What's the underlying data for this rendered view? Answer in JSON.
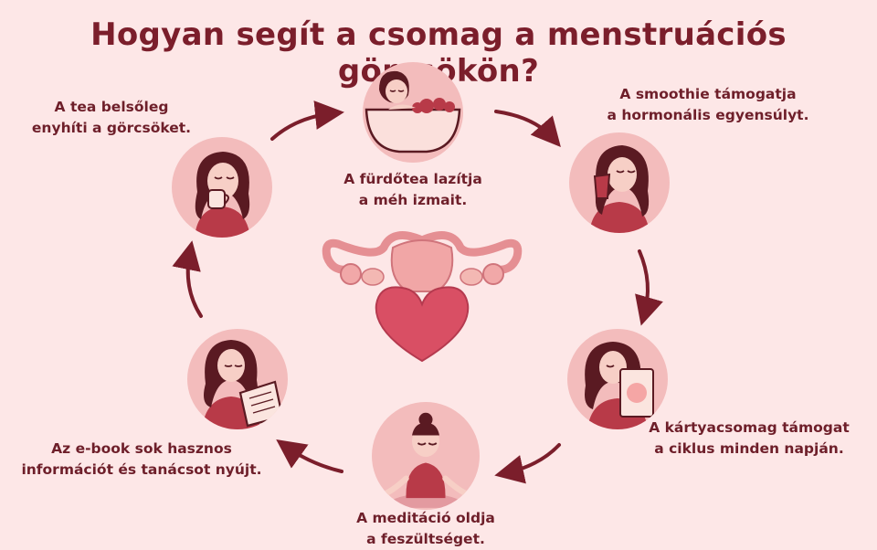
{
  "title": "Hogyan segít a csomag a menstruációs görcsökön?",
  "steps": {
    "tea": {
      "line1": "A tea belsőleg",
      "line2": "enyhíti a görcsöket."
    },
    "bath": {
      "line1": "A fürdőtea lazítja",
      "line2": "a méh izmait."
    },
    "smoothie": {
      "line1": "A smoothie támogatja",
      "line2": "a hormonális egyensúlyt."
    },
    "cards": {
      "line1": "A kártyacsomag támogat",
      "line2": "a ciklus minden napján."
    },
    "meditation": {
      "line1": "A meditáció oldja",
      "line2": "a feszültséget."
    },
    "ebook": {
      "line1": "Az e-book sok hasznos",
      "line2": "információt és tanácsot nyújt."
    }
  },
  "icons": {
    "tea": "woman-drinking-tea-icon",
    "bath": "woman-in-bath-icon",
    "smoothie": "woman-drinking-smoothie-icon",
    "cards": "woman-holding-card-icon",
    "meditation": "woman-meditating-icon",
    "ebook": "woman-reading-tablet-icon",
    "center": "uterus-heart-icon"
  },
  "colors": {
    "background": "#fde7e7",
    "accent": "#7b1e2b",
    "circle": "#f3bcbc",
    "garment": "#b83a48"
  }
}
